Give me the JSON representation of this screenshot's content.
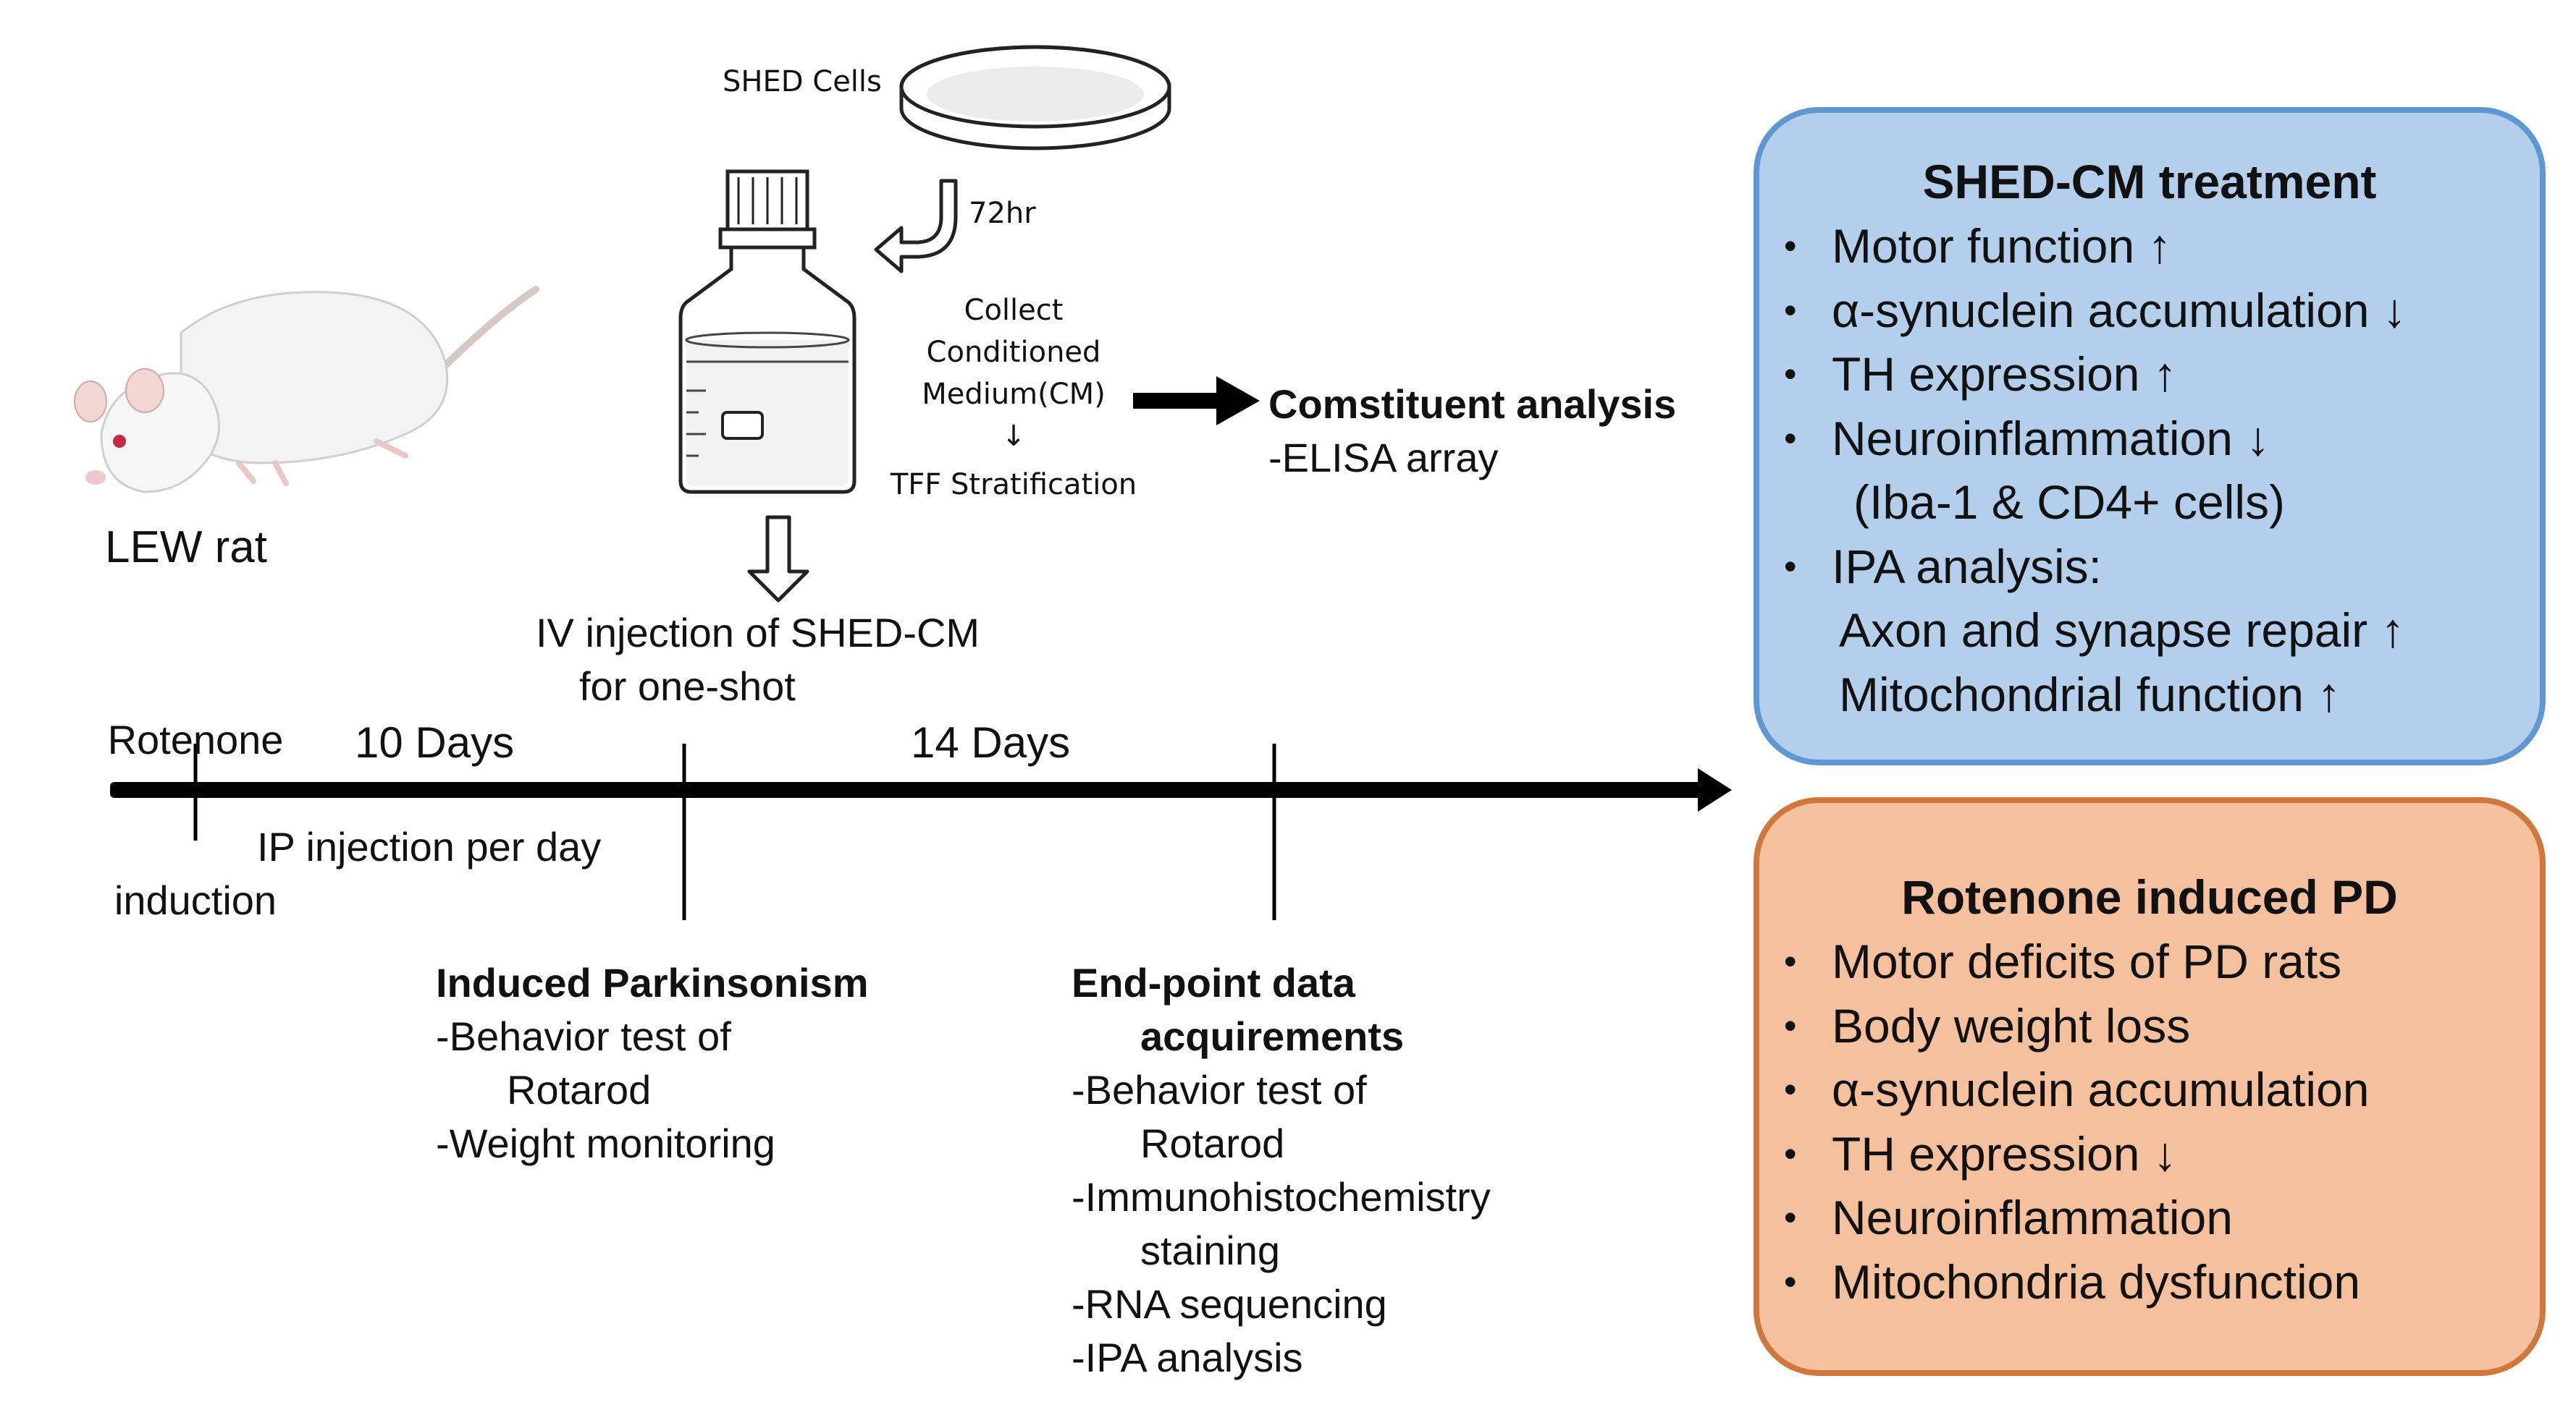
{
  "top": {
    "shed_cells": "SHED Cells",
    "incubation": "72hr",
    "collect_lines": [
      "Collect",
      "Conditioned",
      "Medium(CM)",
      "↓",
      "TFF Stratification"
    ],
    "analysis_title": "Comstituent analysis",
    "analysis_item": "-ELISA array"
  },
  "rat": {
    "label": "LEW rat",
    "induction_lines": [
      "Rotenone",
      "induction"
    ]
  },
  "injection": {
    "lines": [
      "IV injection of SHED-CM",
      "for one-shot"
    ]
  },
  "timeline": {
    "period1": "10 Days",
    "period2": "14 Days",
    "ip_label": "IP injection per day"
  },
  "induced": {
    "title": "Induced Parkinsonism",
    "items": [
      "-Behavior test of",
      "Rotarod",
      "-Weight monitoring"
    ]
  },
  "endpoint": {
    "title_lines": [
      "End-point data",
      "acquirements"
    ],
    "items": [
      "-Behavior test of",
      "Rotarod",
      "-Immunohistochemistry",
      "staining",
      "-RNA sequencing",
      "-IPA analysis"
    ]
  },
  "shed_box": {
    "title": "SHED-CM treatment",
    "items": [
      {
        "text": "Motor function ↑",
        "bullet": true
      },
      {
        "text": "α-synuclein accumulation ↓",
        "bullet": true
      },
      {
        "text": "TH expression ↑",
        "bullet": true
      },
      {
        "text": "Neuroinflammation ↓",
        "bullet": true
      },
      {
        "text": "(Iba-1 & CD4+ cells)",
        "bullet": false
      },
      {
        "text": "IPA analysis:",
        "bullet": true
      },
      {
        "text": "Axon and synapse repair ↑",
        "bullet": false
      },
      {
        "text": "Mitochondrial function ↑",
        "bullet": false
      }
    ],
    "fill": "#b4cfeb",
    "border": "#5f97d4"
  },
  "pd_box": {
    "title": "Rotenone induced PD",
    "items": [
      "Motor deficits of PD rats",
      "Body weight loss",
      "α-synuclein accumulation",
      "TH expression ↓",
      "Neuroinflammation",
      "Mitochondria dysfunction"
    ],
    "fill": "#f4c09e",
    "border": "#d0773d"
  },
  "bullet_char": "•"
}
